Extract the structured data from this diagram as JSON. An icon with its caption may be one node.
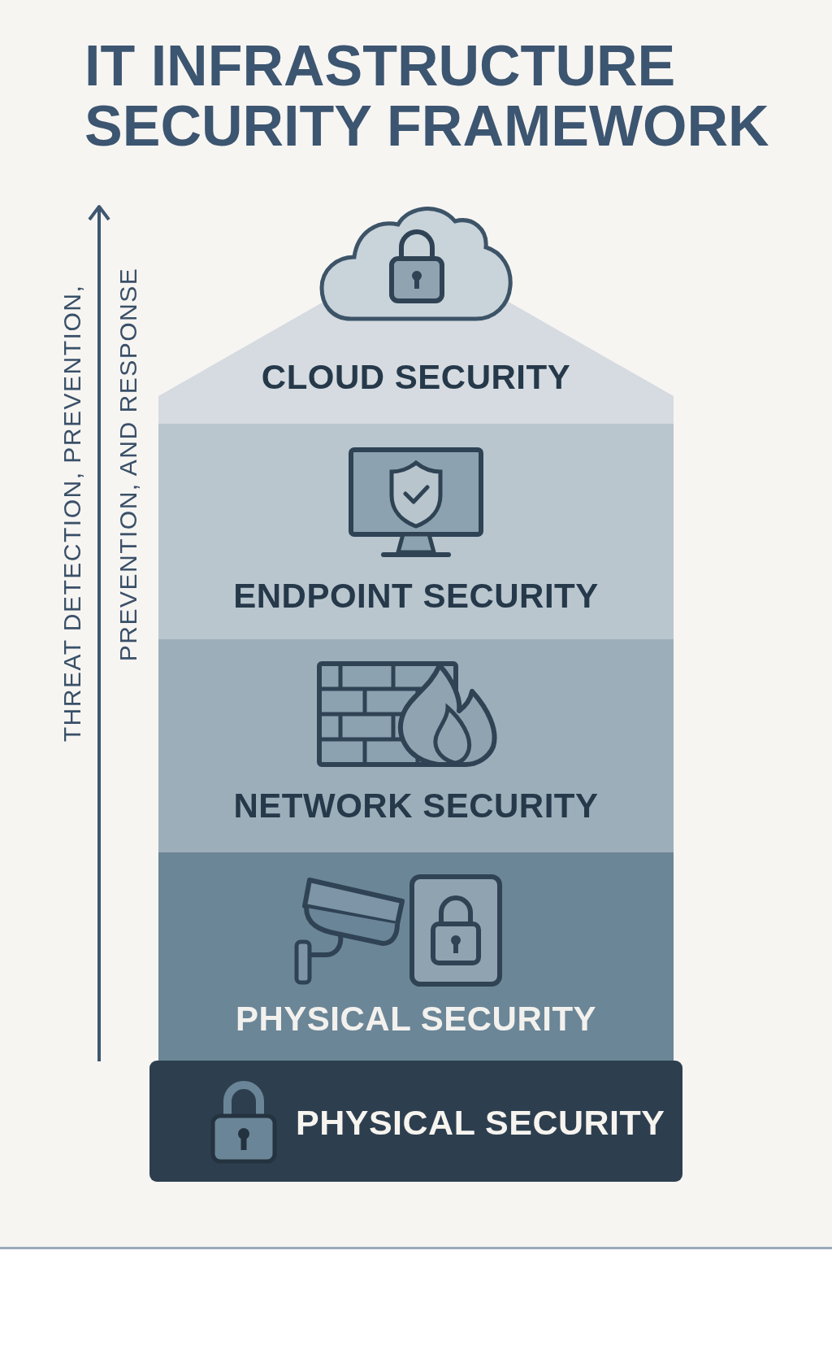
{
  "diagram": {
    "title": "IT INFRASTRUCTURE SECURITY FRAMEWORK",
    "nodes": [
      {
        "text": [
          "CLOUD SECURITY"
        ]
      },
      {
        "text": [
          "ENDPOINT SECURITY"
        ]
      },
      {
        "text": [
          "NETWORK SECURITY"
        ]
      },
      {
        "text": [
          "PHYSICAL SECURITY"
        ]
      },
      {
        "text": [
          "PHYSICAL SECURITY"
        ]
      }
    ],
    "labels": [
      "THREAT DETECTION, PREVENTION,",
      "PREVENTION, AND RESPONSE"
    ]
  }
}
